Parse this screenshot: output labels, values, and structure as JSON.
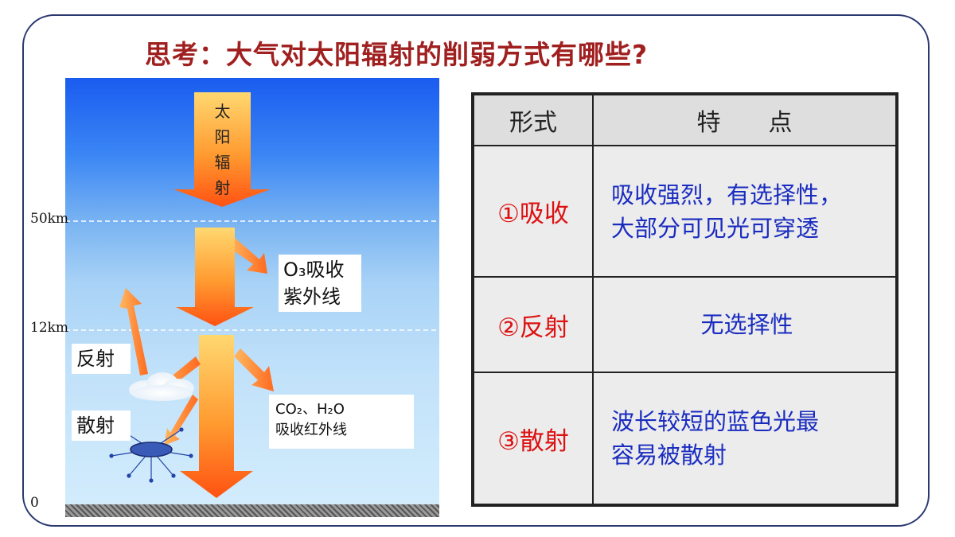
{
  "title": "思考：大气对太阳辐射的削弱方式有哪些?",
  "diagram": {
    "sun_label": [
      "太",
      "阳",
      "辐",
      "射"
    ],
    "altitudes": [
      "50km",
      "12km",
      "0"
    ],
    "o3_label": [
      "O₃吸收",
      "紫外线"
    ],
    "co2_label": [
      "CO₂、H₂O",
      "吸收红外线"
    ],
    "reflect_label": "反射",
    "scatter_label": "散射"
  },
  "table": {
    "headers": [
      "形式",
      "特　　点"
    ],
    "rows": [
      {
        "form": "①吸收",
        "feature": [
          "吸收强烈，有选择性，",
          "大部分可见光可穿透"
        ]
      },
      {
        "form": "②反射",
        "feature": [
          "无选择性"
        ]
      },
      {
        "form": "③散射",
        "feature": [
          "波长较短的蓝色光最",
          "容易被散射"
        ]
      }
    ]
  },
  "colors": {
    "title": "#a02020",
    "form_text": "#dd1111",
    "feature_text": "#1a2cc0",
    "arrow_top": "#ffd060",
    "arrow_bottom": "#ff5010"
  }
}
